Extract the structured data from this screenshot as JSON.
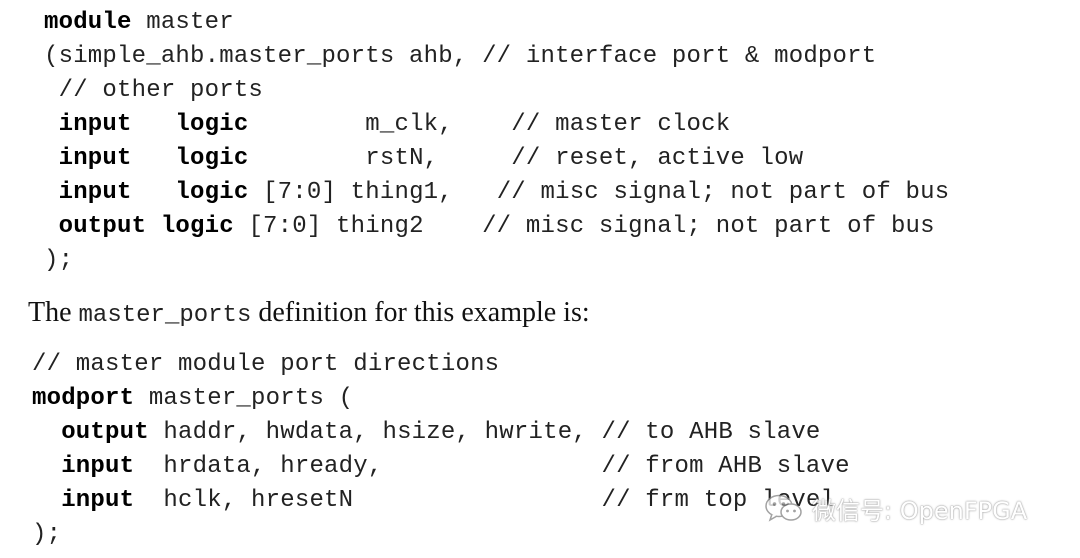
{
  "code_block_1": {
    "lines": [
      {
        "kw": "module",
        "rest": " master"
      },
      {
        "kw": "",
        "rest": "(simple_ahb.master_ports ahb, // interface port & modport"
      },
      {
        "kw": "",
        "rest": " // other ports"
      },
      {
        "kw": " input",
        "kw2": "   logic",
        "rest": "        m_clk,    // master clock"
      },
      {
        "kw": " input",
        "kw2": "   logic",
        "rest": "        rstN,     // reset, active low"
      },
      {
        "kw": " input",
        "kw2": "   logic",
        "rest": " [7:0] thing1,   // misc signal; not part of bus"
      },
      {
        "kw": " output",
        "kw2": " logic",
        "rest": " [7:0] thing2    // misc signal; not part of bus"
      },
      {
        "kw": "",
        "rest": ");"
      }
    ]
  },
  "prose": {
    "before": "The ",
    "code": "master_ports",
    "after": " definition for this example is:"
  },
  "code_block_2": {
    "lines": [
      {
        "kw": "",
        "rest": "// master module port directions"
      },
      {
        "kw": "modport",
        "rest": " master_ports ("
      },
      {
        "kw": "  output",
        "rest": " haddr, hwdata, hsize, hwrite, // to AHB slave"
      },
      {
        "kw": "  input",
        "rest": "  hrdata, hready,               // from AHB slave"
      },
      {
        "kw": "  input",
        "rest": "  hclk, hresetN                 // fr"
      },
      {
        "kw": "",
        "rest": ");"
      }
    ],
    "occluded_tail": "m top level"
  },
  "watermark": {
    "icon": "wechat-icon",
    "text": "微信号: OpenFPGA"
  }
}
